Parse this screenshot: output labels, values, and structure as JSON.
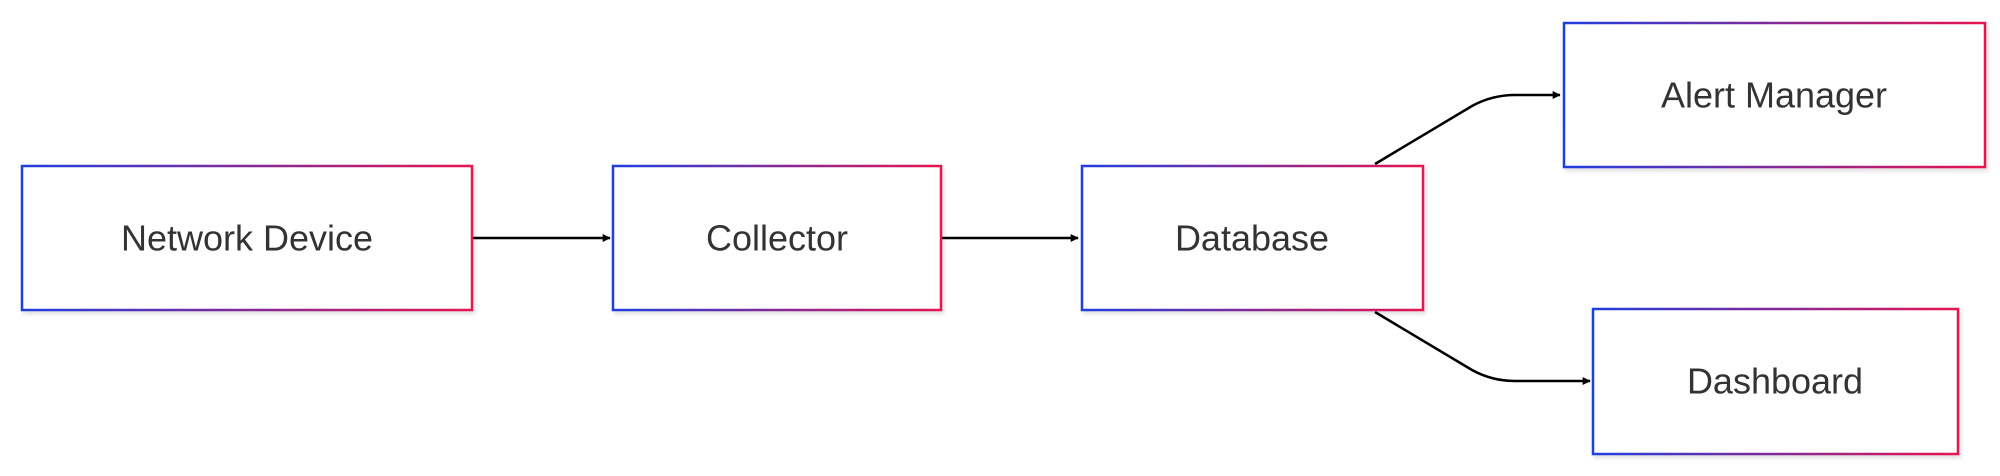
{
  "diagram": {
    "type": "flowchart",
    "direction": "left-to-right",
    "border_gradient": [
      "#1f3fe0",
      "#e8144f"
    ],
    "edge_color": "#000000",
    "text_color": "#333333",
    "nodes": [
      {
        "id": "network-device",
        "label": "Network Device"
      },
      {
        "id": "collector",
        "label": "Collector"
      },
      {
        "id": "database",
        "label": "Database"
      },
      {
        "id": "alert-manager",
        "label": "Alert Manager"
      },
      {
        "id": "dashboard",
        "label": "Dashboard"
      }
    ],
    "edges": [
      {
        "from": "network-device",
        "to": "collector"
      },
      {
        "from": "collector",
        "to": "database"
      },
      {
        "from": "database",
        "to": "alert-manager"
      },
      {
        "from": "database",
        "to": "dashboard"
      }
    ]
  }
}
